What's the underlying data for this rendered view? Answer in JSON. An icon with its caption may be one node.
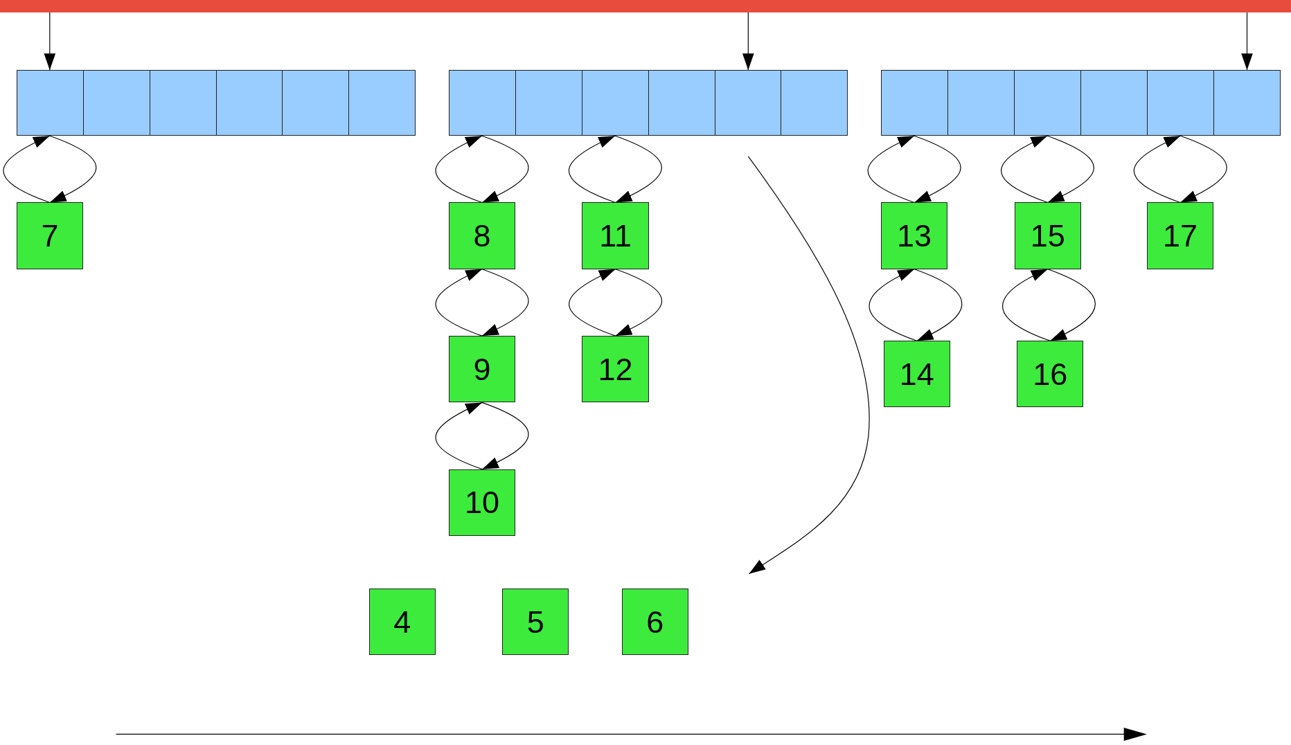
{
  "diagram": {
    "nodes": [
      {
        "text": [],
        "shape": "bar"
      },
      {
        "text": [],
        "shape": "box"
      },
      {
        "text": [],
        "shape": "box",
        "in": 1
      },
      {
        "text": [],
        "shape": "box",
        "in": 1
      },
      {
        "text": [],
        "shape": "box",
        "in": 1
      },
      {
        "text": [],
        "shape": "box",
        "in": 1
      },
      {
        "text": [],
        "shape": "box",
        "in": 1
      },
      {
        "text": [],
        "shape": "box",
        "in": 1
      },
      {
        "text": [],
        "shape": "box"
      },
      {
        "text": [],
        "shape": "box",
        "in": 8
      },
      {
        "text": [],
        "shape": "box",
        "in": 8
      },
      {
        "text": [],
        "shape": "box",
        "in": 8
      },
      {
        "text": [],
        "shape": "box",
        "in": 8
      },
      {
        "text": [],
        "shape": "box",
        "in": 8
      },
      {
        "text": [],
        "shape": "box",
        "in": 8
      },
      {
        "text": [],
        "shape": "box"
      },
      {
        "text": [],
        "shape": "box",
        "in": 15
      },
      {
        "text": [],
        "shape": "box",
        "in": 15
      },
      {
        "text": [],
        "shape": "box",
        "in": 15
      },
      {
        "text": [],
        "shape": "box",
        "in": 15
      },
      {
        "text": [],
        "shape": "box",
        "in": 15
      },
      {
        "text": [],
        "shape": "box",
        "in": 15
      },
      {
        "text": [
          "7"
        ]
      },
      {
        "text": [
          "8"
        ]
      },
      {
        "text": [
          "11"
        ]
      },
      {
        "text": [
          "13"
        ]
      },
      {
        "text": [
          "15"
        ]
      },
      {
        "text": [
          "17"
        ]
      },
      {
        "text": [
          "9"
        ]
      },
      {
        "text": [
          "12"
        ]
      },
      {
        "text": [
          "14"
        ]
      },
      {
        "text": [
          "16"
        ]
      },
      {
        "text": [
          "10"
        ]
      },
      {
        "text": [
          "4"
        ]
      },
      {
        "text": [
          "5"
        ]
      },
      {
        "text": [
          "6"
        ]
      }
    ],
    "edges": [
      {
        "from": 0,
        "to": 2,
        "arrow": "to"
      },
      {
        "from": 0,
        "to": 13,
        "arrow": "to"
      },
      {
        "from": 0,
        "to": 21,
        "arrow": "to"
      },
      {
        "from": 2,
        "to": 22,
        "arrow": "to"
      },
      {
        "from": 22,
        "to": 2,
        "arrow": "to"
      },
      {
        "from": 9,
        "to": 23,
        "arrow": "to"
      },
      {
        "from": 23,
        "to": 9,
        "arrow": "to"
      },
      {
        "from": 23,
        "to": 28,
        "arrow": "to"
      },
      {
        "from": 28,
        "to": 23,
        "arrow": "to"
      },
      {
        "from": 28,
        "to": 32,
        "arrow": "to"
      },
      {
        "from": 32,
        "to": 28,
        "arrow": "to"
      },
      {
        "from": 11,
        "to": 24,
        "arrow": "to"
      },
      {
        "from": 24,
        "to": 11,
        "arrow": "to"
      },
      {
        "from": 24,
        "to": 29,
        "arrow": "to"
      },
      {
        "from": 29,
        "to": 24,
        "arrow": "to"
      },
      {
        "from": 16,
        "to": 25,
        "arrow": "to"
      },
      {
        "from": 25,
        "to": 16,
        "arrow": "to"
      },
      {
        "from": 25,
        "to": 30,
        "arrow": "to"
      },
      {
        "from": 30,
        "to": 25,
        "arrow": "to"
      },
      {
        "from": 18,
        "to": 26,
        "arrow": "to"
      },
      {
        "from": 26,
        "to": 18,
        "arrow": "to"
      },
      {
        "from": 26,
        "to": 31,
        "arrow": "to"
      },
      {
        "from": 31,
        "to": 26,
        "arrow": "to"
      },
      {
        "from": 20,
        "to": 27,
        "arrow": "to"
      },
      {
        "from": 27,
        "to": 20,
        "arrow": "to"
      },
      {
        "from": 13,
        "to": null,
        "arrow": "to"
      }
    ]
  }
}
